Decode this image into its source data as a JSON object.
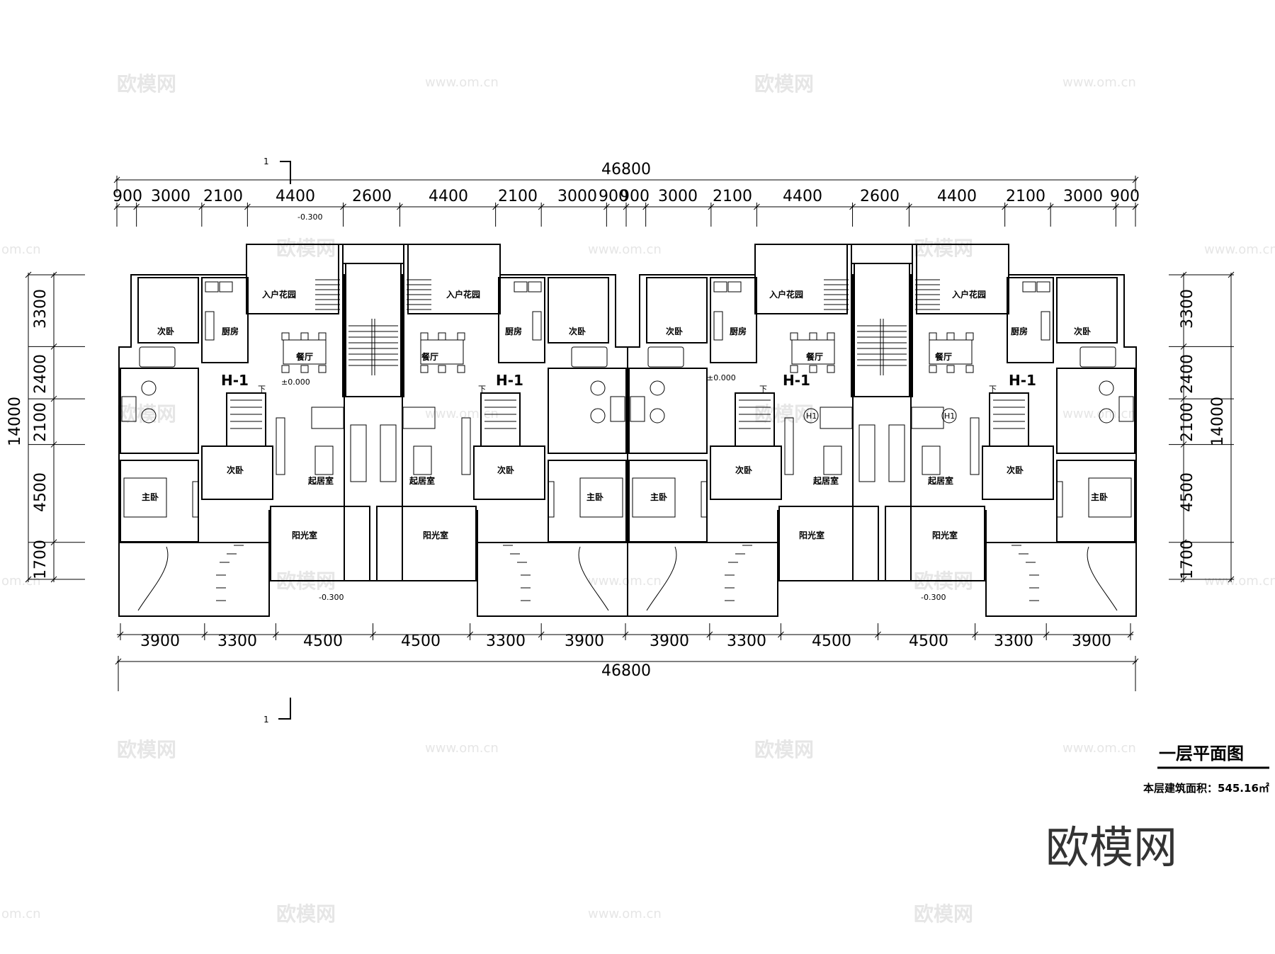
{
  "drawing": {
    "title": "一层平面图",
    "area_label": "本层建筑面积：545.16㎡",
    "brand": "欧模网",
    "section_mark": "1",
    "unit_label": "H-1",
    "unit_label_circle": "H1",
    "stair_down": "下"
  },
  "dimensions": {
    "total_top": "46800",
    "total_bottom": "46800",
    "top_segments": [
      "900",
      "3000",
      "2100",
      "4400",
      "2600",
      "4400",
      "2100",
      "3000",
      "900",
      "900",
      "3000",
      "2100",
      "4400",
      "2600",
      "4400",
      "2100",
      "3000",
      "900"
    ],
    "bottom_segments": [
      "3900",
      "3300",
      "4500",
      "4500",
      "3300",
      "3900",
      "3900",
      "3300",
      "4500",
      "4500",
      "3300",
      "3900"
    ],
    "left_segments": [
      "3300",
      "2400",
      "2100",
      "4500",
      "1700"
    ],
    "left_total": "14000",
    "right_segments": [
      "3300",
      "2400",
      "2100",
      "4500",
      "1700"
    ],
    "right_total": "14000"
  },
  "elevations": {
    "minus_030": "-0.300",
    "plus_000": "±0.000"
  },
  "rooms": {
    "entry_garden": "入户花园",
    "second_bedroom": "次卧",
    "kitchen": "厨房",
    "dining": "餐厅",
    "living": "起居室",
    "master_bedroom": "主卧",
    "sunroom": "阳光室"
  },
  "watermark": {
    "text": "欧模网",
    "url": "www.om.cn",
    "url_short": "om.cn"
  }
}
